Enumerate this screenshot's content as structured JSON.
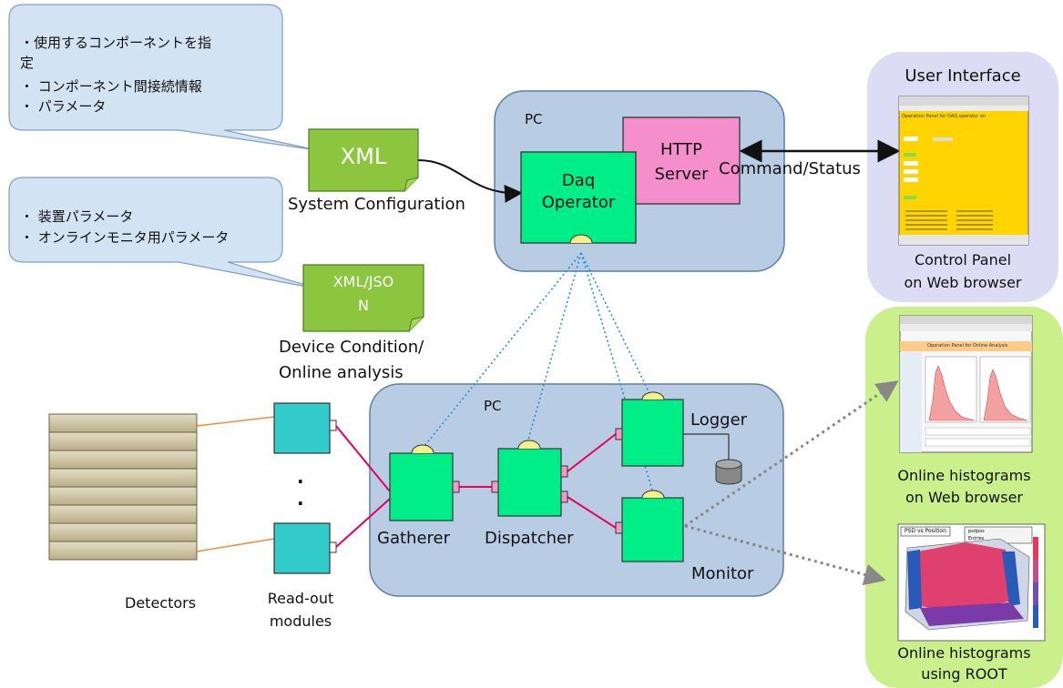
{
  "callouts": {
    "config": [
      "・使用するコンポーネントを指",
      "定",
      "・ コンポーネント間接続情報",
      "・ パラメータ"
    ],
    "device": [
      "・ 装置パラメータ",
      "・ オンラインモニタ用パラメータ"
    ]
  },
  "xml": {
    "label": "XML",
    "caption": "System Configuration"
  },
  "xml_json": {
    "label_line1": "XML/JSO",
    "label_line2": "N",
    "caption_line1": "Device Condition/",
    "caption_line2": "Online analysis"
  },
  "pc_top": {
    "label": "PC",
    "daq_line1": "Daq",
    "daq_line2": "Operator",
    "http_line1": "HTTP",
    "http_line2": "Server"
  },
  "command_status": "Command/Status",
  "user_interface": {
    "title": "User Interface",
    "caption_line1": "Control Panel",
    "caption_line2": "on Web browser"
  },
  "pc_bottom": {
    "label": "PC",
    "gatherer": "Gatherer",
    "dispatcher": "Dispatcher",
    "logger": "Logger",
    "monitor": "Monitor"
  },
  "detectors": "Detectors",
  "readout": {
    "line1": "Read-out",
    "line2": "modules",
    "dot1": ".",
    "dot2": "."
  },
  "online": {
    "web_line1": "Online histograms",
    "web_line2": "on Web browser",
    "root_line1": "Online histograms",
    "root_line2": "using ROOT"
  },
  "thumb_panel": {
    "title": "Operation Panel for DAQ operator on"
  },
  "thumb_hist": {
    "title": "Operation Panel for Online Analysis"
  },
  "thumb_root": {
    "title": "PSD vs Position",
    "entries_label": "Entries",
    "hist_name": "psdpos"
  },
  "colors": {
    "component": "#00ee88",
    "http": "#f58fcb",
    "pc_box": "#b8cce4",
    "readout": "#33cccc",
    "note": "#8cc63f",
    "ui_panel": "#dcdcf4",
    "online_panel": "#c9f08a",
    "link_red": "#e8005f",
    "link_dotted": "#1e90d6"
  }
}
